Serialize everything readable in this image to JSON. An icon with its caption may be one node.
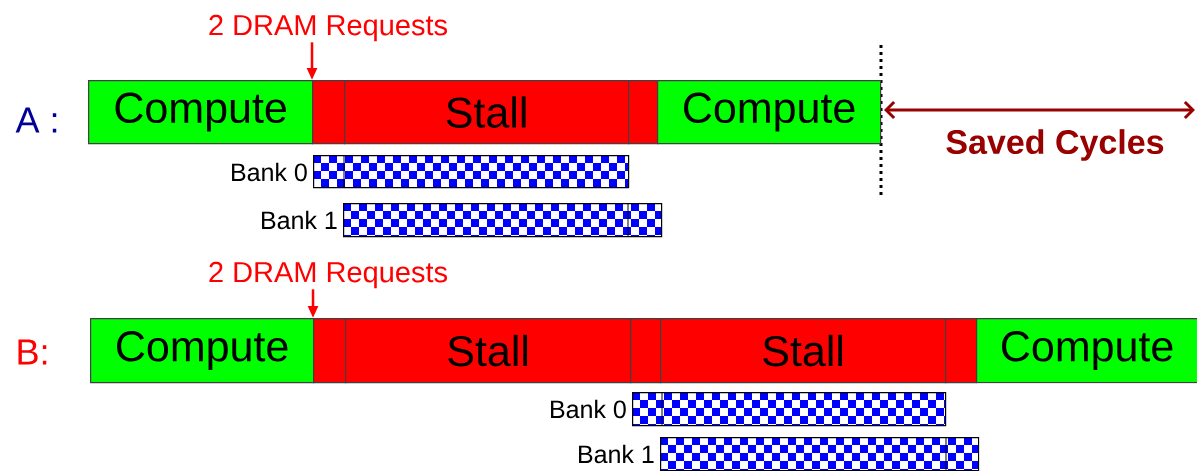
{
  "diagram": {
    "nodes": [
      {
        "text": [
          "2 DRAM Requests"
        ]
      },
      {
        "text": [
          "Compute"
        ]
      },
      {
        "text": [],
        "shape": "bar"
      },
      {
        "text": [
          "Stall"
        ]
      },
      {
        "text": [],
        "shape": "bar"
      },
      {
        "text": [
          "Compute"
        ]
      },
      {
        "text": [],
        "shape": "bar",
        "beside": [
          "Bank 0"
        ]
      },
      {
        "text": [],
        "shape": "bar",
        "beside": [
          "Bank 1"
        ]
      },
      {
        "text": [
          "2 DRAM Requests"
        ]
      },
      {
        "text": [
          "Compute"
        ]
      },
      {
        "text": [],
        "shape": "bar"
      },
      {
        "text": [
          "Stall"
        ]
      },
      {
        "text": [],
        "shape": "bar"
      },
      {
        "text": [
          "Stall"
        ]
      },
      {
        "text": [],
        "shape": "bar"
      },
      {
        "text": [
          "Compute"
        ]
      },
      {
        "text": [],
        "shape": "bar",
        "beside": [
          "Bank 0"
        ]
      },
      {
        "text": [],
        "shape": "bar",
        "beside": [
          "Bank 1"
        ]
      }
    ],
    "edges": [
      {
        "from": 0,
        "to": 2,
        "arrow": "to"
      },
      {
        "from": 8,
        "to": 10,
        "arrow": "to"
      }
    ],
    "labels": [
      "A :",
      "Saved Cycles",
      "B:"
    ]
  }
}
